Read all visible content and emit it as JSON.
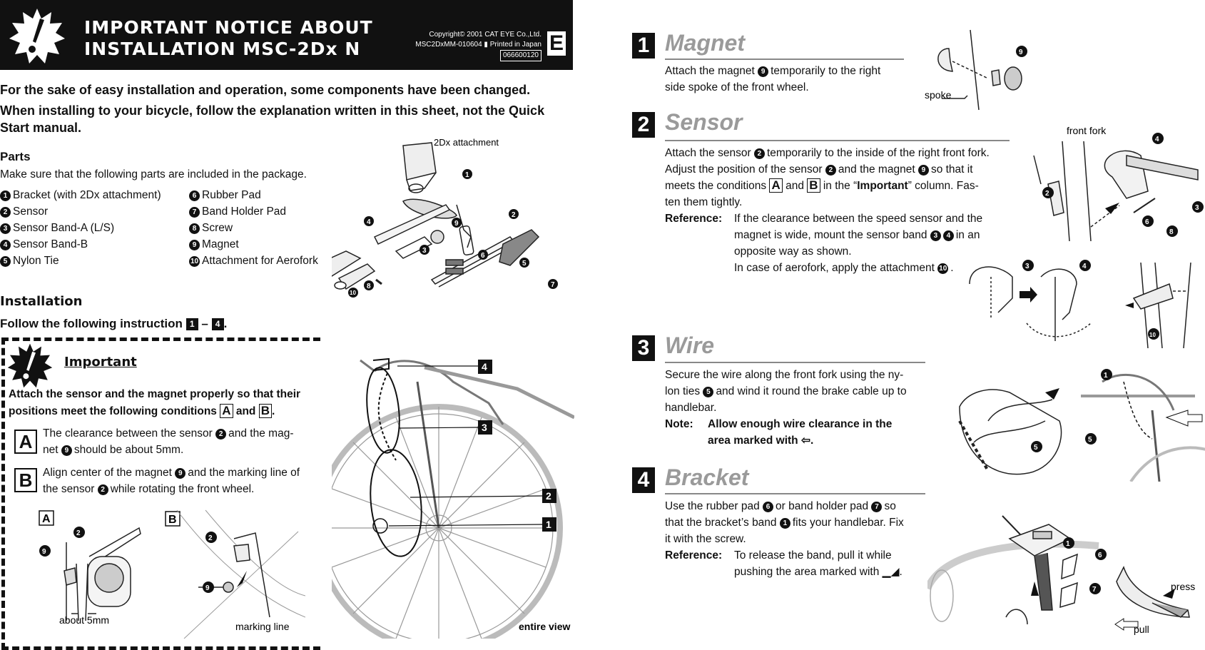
{
  "header": {
    "title_line1": "IMPORTANT NOTICE ABOUT",
    "title_line2": "INSTALLATION MSC-2Dx N",
    "copyright": "Copyright© 2001 CAT EYE Co.,Ltd.",
    "doc_code": "MSC2DxMM-010604",
    "printed": "Printed in Japan",
    "part_no": "066600120",
    "lang": "E"
  },
  "intro": {
    "line1": "For the sake of easy installation and operation, some components have been changed.",
    "line2": "When installing to your bicycle, follow the explanation written in this sheet, not the Quick Start manual."
  },
  "parts": {
    "heading": "Parts",
    "desc": "Make sure that the following parts are included in the package.",
    "left": [
      {
        "n": "1",
        "label": "Bracket (with 2Dx attachment)"
      },
      {
        "n": "2",
        "label": "Sensor"
      },
      {
        "n": "3",
        "label": "Sensor Band-A (L/S)"
      },
      {
        "n": "4",
        "label": "Sensor Band-B"
      },
      {
        "n": "5",
        "label": "Nylon Tie"
      }
    ],
    "right": [
      {
        "n": "6",
        "label": "Rubber Pad"
      },
      {
        "n": "7",
        "label": "Band Holder Pad"
      },
      {
        "n": "8",
        "label": "Screw"
      },
      {
        "n": "9",
        "label": "Magnet"
      },
      {
        "n": "10",
        "label": "Attachment for Aerofork"
      }
    ],
    "attachment_label": "2Dx attachment"
  },
  "installation": {
    "heading": "Installation",
    "follow_prefix": "Follow the following instruction",
    "from": "1",
    "dash": "–",
    "to": "4",
    "period": "."
  },
  "important": {
    "title": "Important",
    "lead_a": "Attach the sensor and the magnet properly so that their",
    "lead_b": "positions meet the following conditions",
    "and": "and",
    "cond_a_letter": "A",
    "cond_a_l1": "The clearance between the sensor",
    "cond_a_l1b": "and the mag-",
    "cond_a_l2a": "net",
    "cond_a_l2b": "should be about 5mm.",
    "cond_b_letter": "B",
    "cond_b_l1a": "Align center of the magnet",
    "cond_b_l1b": "and the marking line of",
    "cond_b_l2a": "the sensor",
    "cond_b_l2b": "while rotating the front wheel.",
    "fig_a_label": "about 5mm",
    "fig_b_label": "marking line"
  },
  "entire_view": {
    "label": "entire view",
    "markers": [
      "4",
      "3",
      "2",
      "1"
    ]
  },
  "sections": [
    {
      "n": "1",
      "title": "Magnet",
      "l1a": "Attach the magnet",
      "l1b": "temporarily to the right",
      "l2": "side spoke of the front wheel.",
      "fig_label": "spoke"
    },
    {
      "n": "2",
      "title": "Sensor",
      "l1a": "Attach the sensor",
      "l1b": "temporarily to the inside of the right front fork.",
      "l2a": "Adjust the position of the sensor",
      "l2b": "and the magnet",
      "l2c": "so that it",
      "l3a": "meets the conditions",
      "l3b": "and",
      "l3c": "in the “",
      "l3d": "Important",
      "l3e": "” column.  Fas-",
      "l4": "ten them tightly.",
      "ref_label": "Reference:",
      "ref_l1": "If the clearance between the speed sensor and the",
      "ref_l2a": "magnet is wide, mount the sensor band",
      "ref_l2b": "in an",
      "ref_l3": "opposite way as shown.",
      "ref_l4a": "In case of aerofork, apply the attachment",
      "ref_l4b": ".",
      "fig_label": "front fork"
    },
    {
      "n": "3",
      "title": "Wire",
      "l1": "Secure the wire along the front fork using the ny-",
      "l2a": "lon ties",
      "l2b": "and wind it round the brake cable up to",
      "l3": "handlebar.",
      "note_label": "Note:",
      "note_l1": "Allow enough wire clearance in the",
      "note_l2a": "area marked with",
      "note_l2b": "."
    },
    {
      "n": "4",
      "title": "Bracket",
      "l1a": "Use the rubber pad",
      "l1b": "or band holder pad",
      "l1c": "so",
      "l2a": "that the bracket’s band",
      "l2b": "fits your handlebar.  Fix",
      "l3": "it with the screw.",
      "ref_label": "Reference:",
      "ref_l1": "To release the band, pull it while",
      "ref_l2a": "pushing the area marked with",
      "ref_l2b": ".",
      "fig_press": "press",
      "fig_pull": "pull"
    }
  ],
  "colors": {
    "ink": "#111111",
    "title_gray": "#9a9a9a",
    "line_gray": "#888888"
  }
}
